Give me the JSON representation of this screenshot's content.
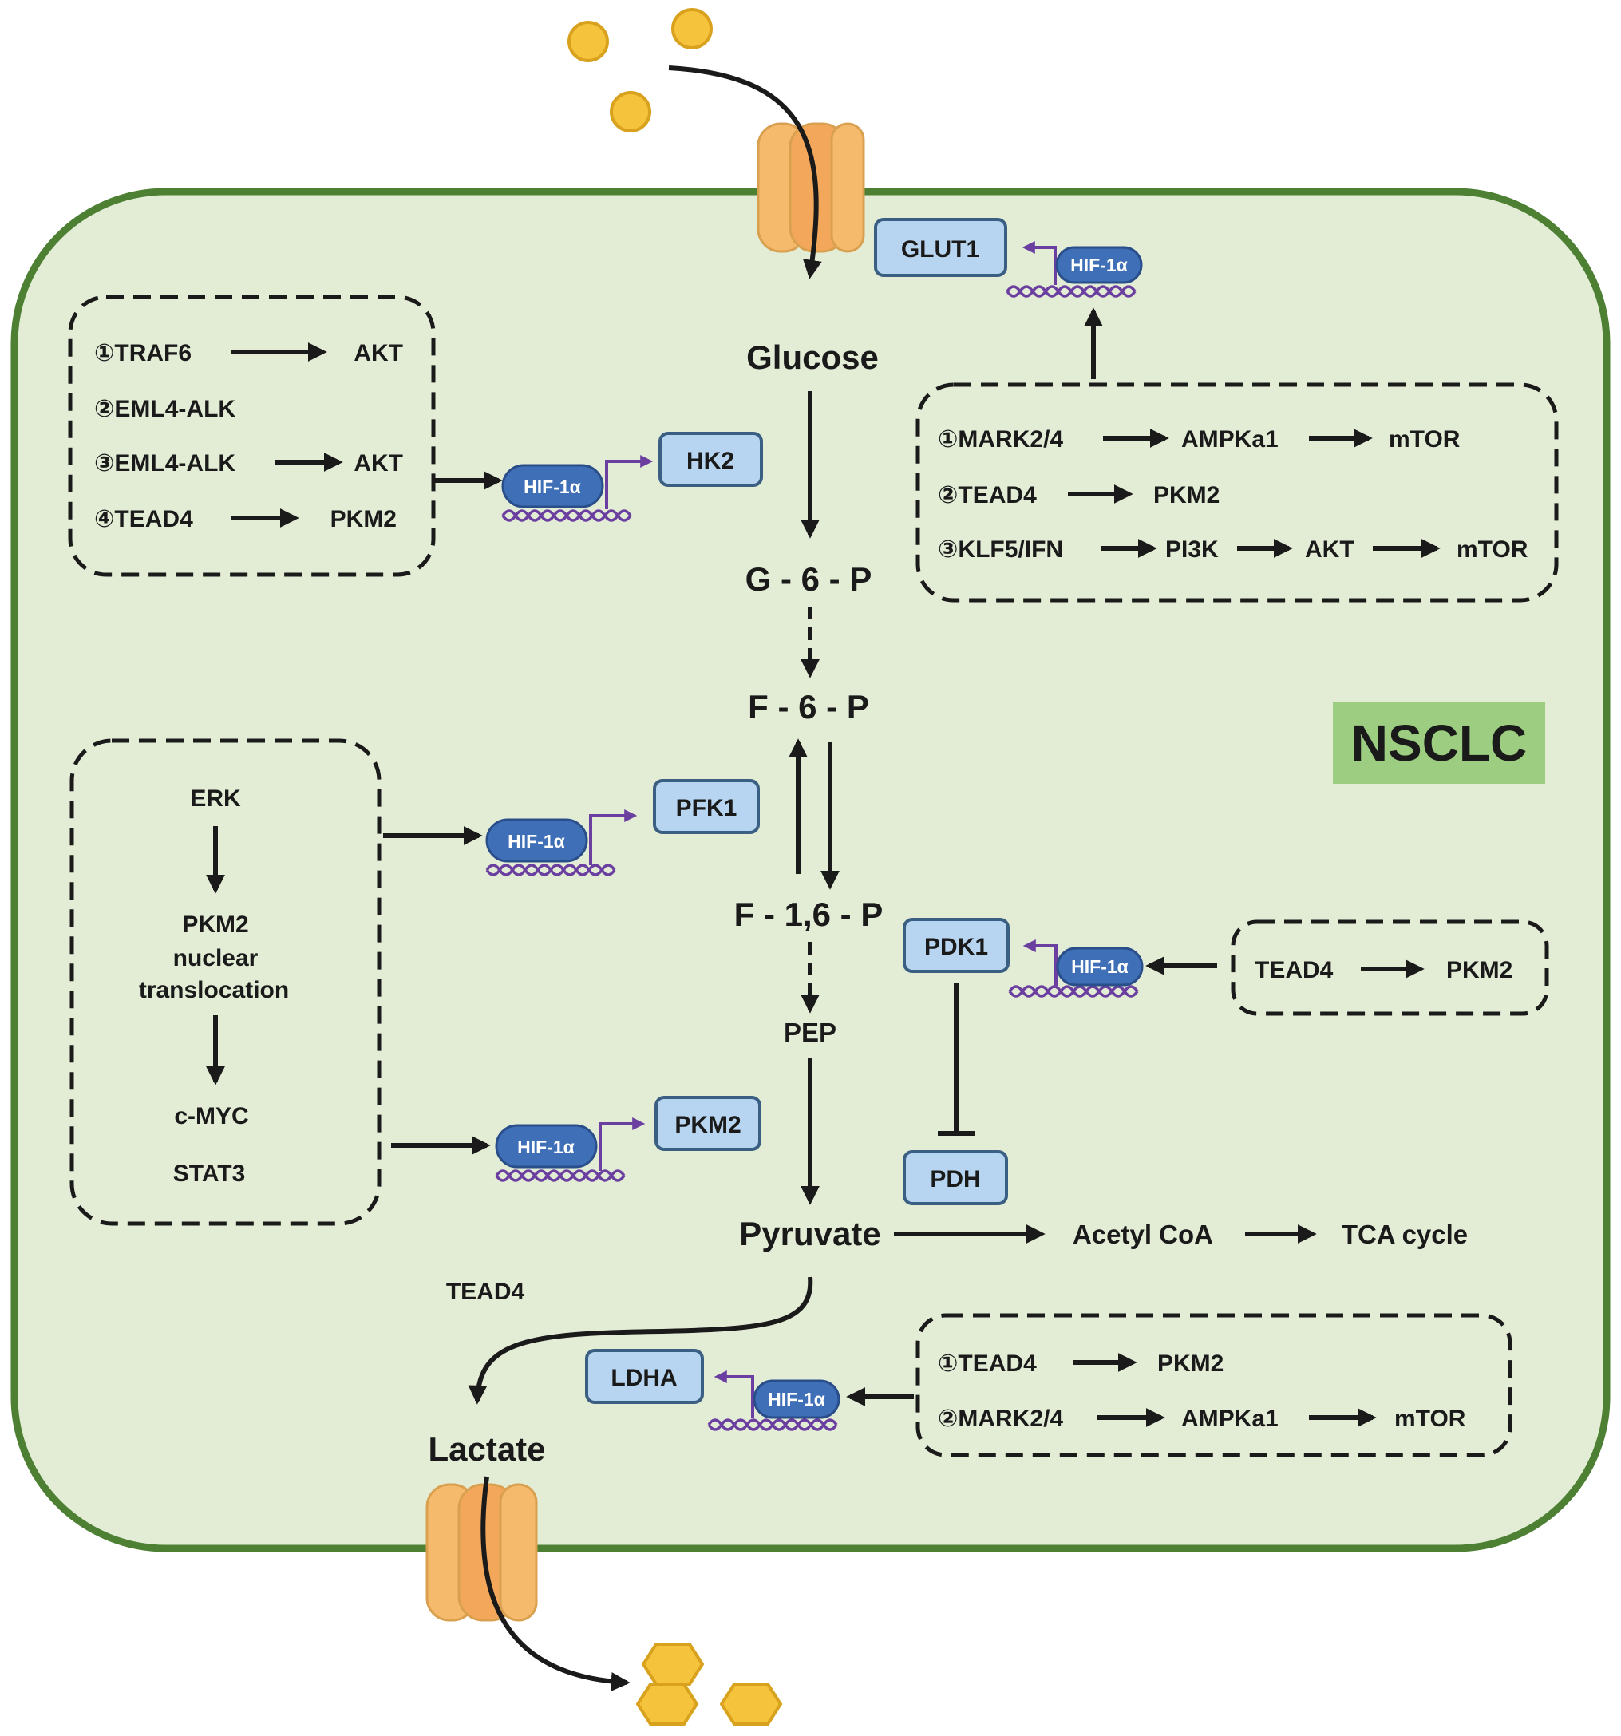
{
  "cell_label": "NSCLC",
  "metabolites": {
    "glucose": "Glucose",
    "g6p": "G - 6 - P",
    "f6p": "F - 6 - P",
    "f16p": "F - 1,6 - P",
    "pep": "PEP",
    "pyruvate": "Pyruvate",
    "acetyl_coa": "Acetyl CoA",
    "tca": "TCA cycle",
    "lactate": "Lactate"
  },
  "enzymes": {
    "glut1": "GLUT1",
    "hk2": "HK2",
    "pfk1": "PFK1",
    "pdk1": "PDK1",
    "pkm2": "PKM2",
    "pdh": "PDH",
    "ldha": "LDHA"
  },
  "hif_label": "HIF-1α",
  "tead4_label": "TEAD4",
  "box_hk2": {
    "rows": [
      [
        "①TRAF6",
        "AKT"
      ],
      [
        "②EML4-ALK"
      ],
      [
        "③EML4-ALK",
        "AKT"
      ],
      [
        "④TEAD4",
        "PKM2"
      ]
    ]
  },
  "box_glut1": {
    "rows": [
      [
        "①MARK2/4",
        "AMPKa1",
        "mTOR"
      ],
      [
        "②TEAD4",
        "PKM2"
      ],
      [
        "③KLF5/IFN",
        "PI3K",
        "AKT",
        "mTOR"
      ]
    ]
  },
  "box_erk": {
    "erk": "ERK",
    "pkm2": "PKM2",
    "nuclear": "nuclear",
    "translocation": "translocation",
    "cmyc": "c-MYC",
    "stat3": "STAT3"
  },
  "box_pdk1": {
    "from": "TEAD4",
    "to": "PKM2"
  },
  "box_ldha": {
    "rows": [
      [
        "①TEAD4",
        "PKM2"
      ],
      [
        "②MARK2/4",
        "AMPKa1",
        "mTOR"
      ]
    ]
  },
  "colors": {
    "cell_fill": "#e3edd6",
    "cell_border": "#4d8033",
    "nsclc_box": "#9ccd80",
    "enzyme_fill": "#b7d5f0",
    "hif_fill": "#3f6fb6",
    "dna": "#6b3fa0",
    "glucose": "#f6c43c",
    "lactate": "#f6c43c",
    "transporter": "#f6ba6c"
  }
}
